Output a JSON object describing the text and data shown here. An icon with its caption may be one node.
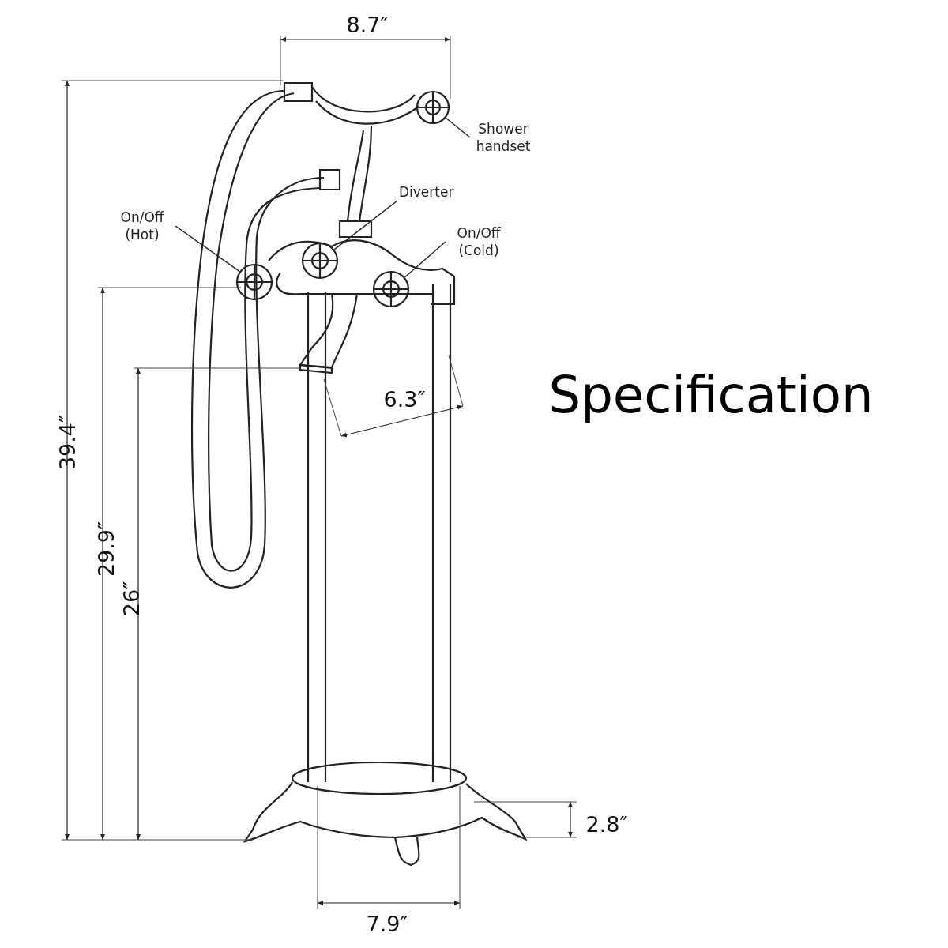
{
  "diagram": {
    "title": "Specification",
    "nodes": [
      {
        "text": [
          "Shower handset"
        ]
      },
      {
        "text": [],
        "shape": "picture"
      },
      {
        "text": [
          "Diverter"
        ]
      },
      {
        "text": [],
        "shape": "picture"
      },
      {
        "text": [
          "On/Off (Hot)"
        ]
      },
      {
        "text": [],
        "shape": "picture"
      },
      {
        "text": [
          "On/Off (Cold)"
        ]
      },
      {
        "text": [],
        "shape": "picture"
      }
    ],
    "edges": [
      {
        "from": 0,
        "to": 1,
        "arrow": "none"
      },
      {
        "from": 2,
        "to": 3,
        "arrow": "none"
      },
      {
        "from": 4,
        "to": 5,
        "arrow": "none"
      },
      {
        "from": 6,
        "to": 7,
        "arrow": "none"
      }
    ],
    "labels": [
      "8.7″",
      "39.4″",
      "29.9″",
      "26″",
      "6.3″",
      "2.8″",
      "7.9″"
    ]
  }
}
